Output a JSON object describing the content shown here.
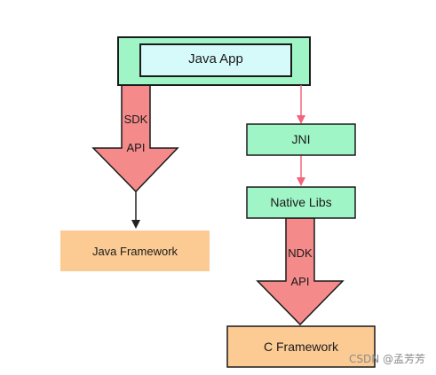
{
  "nodes": {
    "java_app": "Java App",
    "java_framework": "Java Framework",
    "jni": "JNI",
    "native_libs": "Native Libs",
    "c_framework": "C Framework"
  },
  "arrows": {
    "sdk_api": {
      "line1": "SDK",
      "line2": "API"
    },
    "ndk_api": {
      "line1": "NDK",
      "line2": "API"
    }
  },
  "watermark": "CSDN @孟芳芳",
  "colors": {
    "green_box": "#9ff5c6",
    "cyan_box": "#d6fafa",
    "orange_box": "#fccb94",
    "red_arrow": "#f58a8a",
    "pink_connector": "#f2647a",
    "dark_connector": "#222222",
    "outline": "#1a1a1a"
  }
}
